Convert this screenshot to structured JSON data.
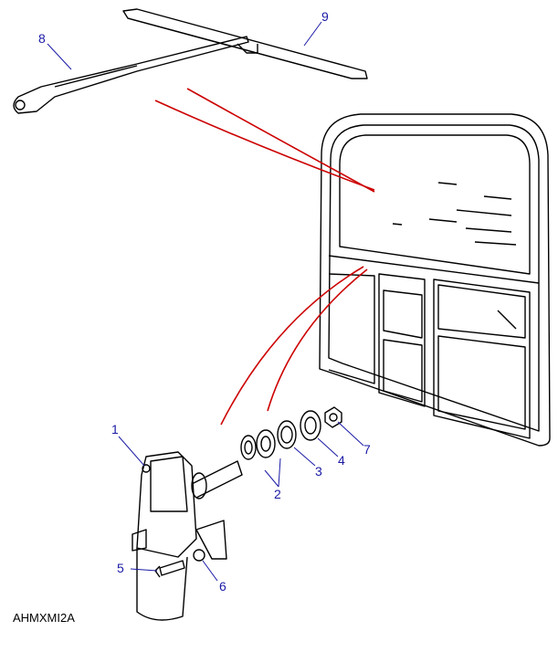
{
  "diagram": {
    "reference_code": "AHMXMI2A",
    "callouts": [
      "1",
      "2",
      "3",
      "4",
      "5",
      "6",
      "7",
      "8",
      "9"
    ],
    "colors": {
      "leader": "#1a1aa6",
      "guide_line": "#cc0000",
      "line_art": "#000000"
    }
  }
}
